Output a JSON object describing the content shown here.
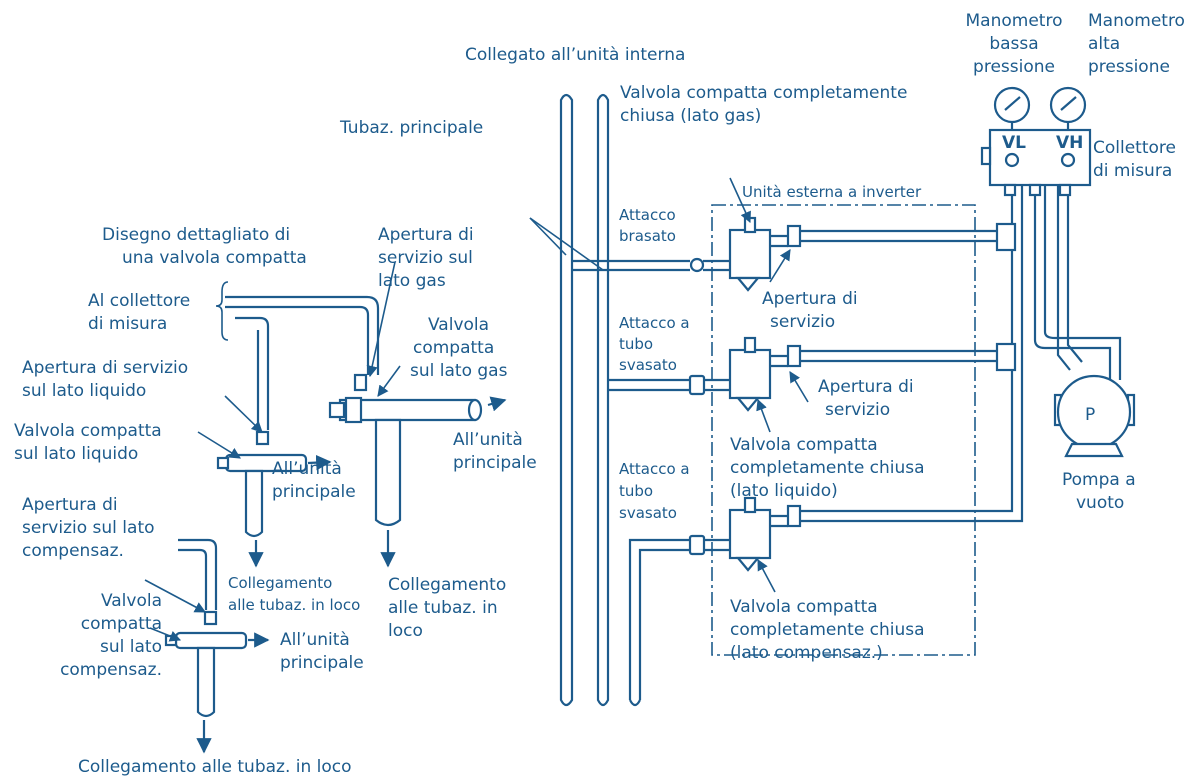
{
  "colors": {
    "ink": "#1d5b8c",
    "background": "#ffffff"
  },
  "labels": {
    "collegato_interna": "Collegato all’unità interna",
    "manometro_bassa": [
      "Manometro",
      "bassa",
      "pressione"
    ],
    "manometro_alta": [
      "Manometro",
      "alta",
      "pressione"
    ],
    "valvola_gas_chiusa": [
      "Valvola compatta completamente",
      "chiusa (lato gas)"
    ],
    "tubaz_principale": "Tubaz. principale",
    "collettore": [
      "Collettore",
      "di misura"
    ],
    "vl": "VL",
    "vh": "VH",
    "unita_esterna": "Unità esterna a inverter",
    "disegno": [
      "Disegno dettagliato di",
      "una valvola compatta"
    ],
    "apertura_gas": [
      "Apertura di",
      "servizio sul",
      "lato gas"
    ],
    "attacco_brasato": [
      "Attacco",
      "brasato"
    ],
    "apertura_servizio_1": [
      "Apertura di",
      "servizio"
    ],
    "al_collettore": [
      "Al collettore",
      "di misura"
    ],
    "valvola_gas": [
      "Valvola",
      "compatta",
      "sul lato gas"
    ],
    "attacco_svasato_1": [
      "Attacco a",
      "tubo",
      "svasato"
    ],
    "apertura_servizio_2": [
      "Apertura di",
      "servizio"
    ],
    "apertura_liquido": [
      "Apertura di servizio",
      "sul lato liquido"
    ],
    "valvola_liquido": [
      "Valvola compatta",
      "sul lato liquido"
    ],
    "unita_principale_1": [
      "All’unità",
      "principale"
    ],
    "unita_principale_2": [
      "All’unità",
      "principale"
    ],
    "valvola_liquido_chiusa": [
      "Valvola compatta",
      "completamente chiusa",
      "(lato liquido)"
    ],
    "pompa": [
      "Pompa a",
      "vuoto"
    ],
    "pompa_letter": "P",
    "attacco_svasato_2": [
      "Attacco a",
      "tubo",
      "svasato"
    ],
    "apertura_compensaz": [
      "Apertura di",
      "servizio sul lato",
      "compensaz."
    ],
    "collegamento_small": [
      "Collegamento",
      "alle tubaz. in loco"
    ],
    "collegamento_big": [
      "Collegamento",
      "alle tubaz. in",
      "loco"
    ],
    "valvola_compensaz": [
      "Valvola",
      "compatta",
      "sul lato",
      "compensaz."
    ],
    "unita_principale_3": [
      "All’unità",
      "principale"
    ],
    "valvola_compensaz_chiusa": [
      "Valvola compatta",
      "completamente chiusa",
      "(lato compensaz.)"
    ],
    "collegamento_bottom": "Collegamento alle tubaz. in loco"
  }
}
